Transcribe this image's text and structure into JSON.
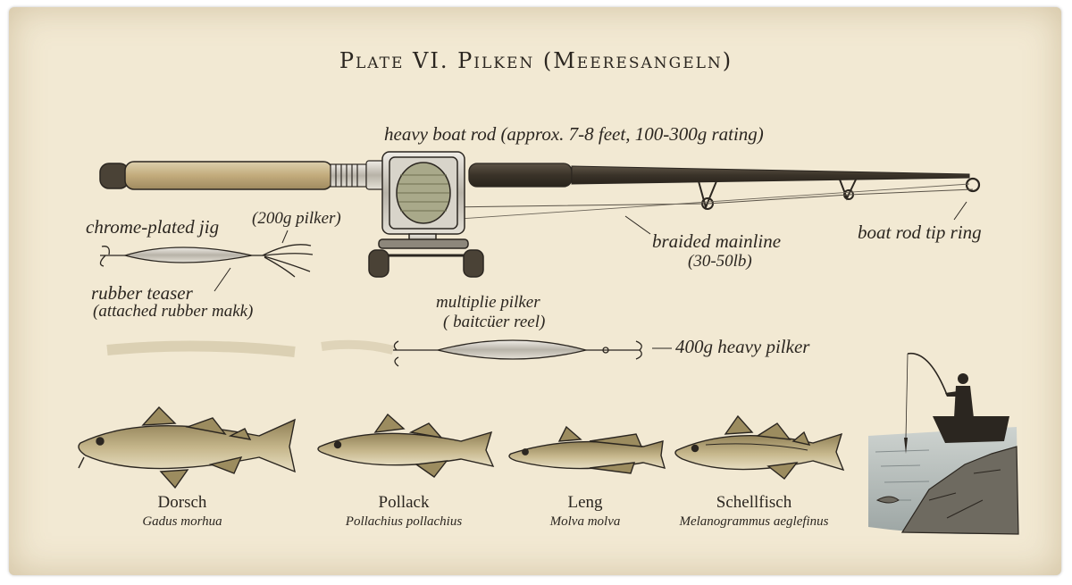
{
  "plate": {
    "title": "Plate VI.  Pilken (Meeresangeln)"
  },
  "labels": {
    "rod": "heavy boat rod (approx. 7-8 feet, 100-300g rating)",
    "jig": "chrome-plated jig",
    "jig_weight": "(200g pilker)",
    "teaser": "rubber teaser",
    "teaser_note": "(attached rubber makk)",
    "mainline": "braided mainline",
    "mainline_strength": "(30-50lb)",
    "tip_ring": "boat rod tip ring",
    "reel": "multiplie pilker",
    "reel_note": "( baitcüer reel)",
    "heavy_pilker": "400g heavy pilker"
  },
  "fish": [
    {
      "common": "Dorsch",
      "latin": "Gadus morhua"
    },
    {
      "common": "Pollack",
      "latin": "Pollachius pollachius"
    },
    {
      "common": "Leng",
      "latin": "Molva molva"
    },
    {
      "common": "Schellfisch",
      "latin": "Melanogrammus aeglefinus"
    }
  ],
  "colors": {
    "paper": "#f2e9d3",
    "ink": "#2b2620",
    "cork": "#c8b285",
    "chrome": "#c9c5bb",
    "fish_body": "#b8a97c",
    "sea": "#9aa6a8"
  }
}
